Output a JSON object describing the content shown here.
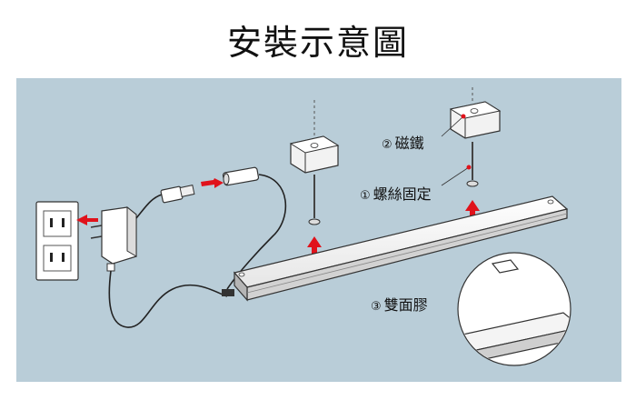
{
  "title": "安裝示意圖",
  "labels": {
    "magnet": {
      "num": "②",
      "text": "磁鐵"
    },
    "screw": {
      "num": "①",
      "text": "螺絲固定"
    },
    "tape": {
      "num": "③",
      "text": "雙面膠"
    }
  },
  "colors": {
    "panel": "#b9cdd8",
    "arrow": "#e0121b",
    "line": "#333333"
  }
}
